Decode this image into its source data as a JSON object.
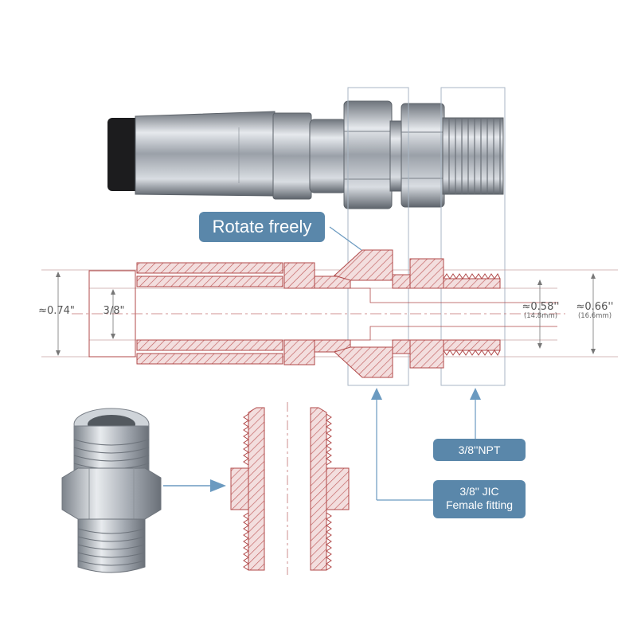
{
  "labels": {
    "rotate": "Rotate freely",
    "npt": "3/8''NPT",
    "jic_line1": "3/8\" JIC",
    "jic_line2": "Female fitting"
  },
  "dimensions": {
    "outer_diameter": "≈0.74\"",
    "bore": "3/8\"",
    "thread_minor": "≈0.58''",
    "thread_minor_mm": "(14.8mm)",
    "thread_major": "≈0.66''",
    "thread_major_mm": "(16.6mm)"
  },
  "colors": {
    "label_bg": "#5a87aa",
    "drawing_line": "#b04848",
    "hatch": "#c05c5c",
    "guide_line": "#6b9ac0",
    "metal": "#aeb4bc"
  }
}
